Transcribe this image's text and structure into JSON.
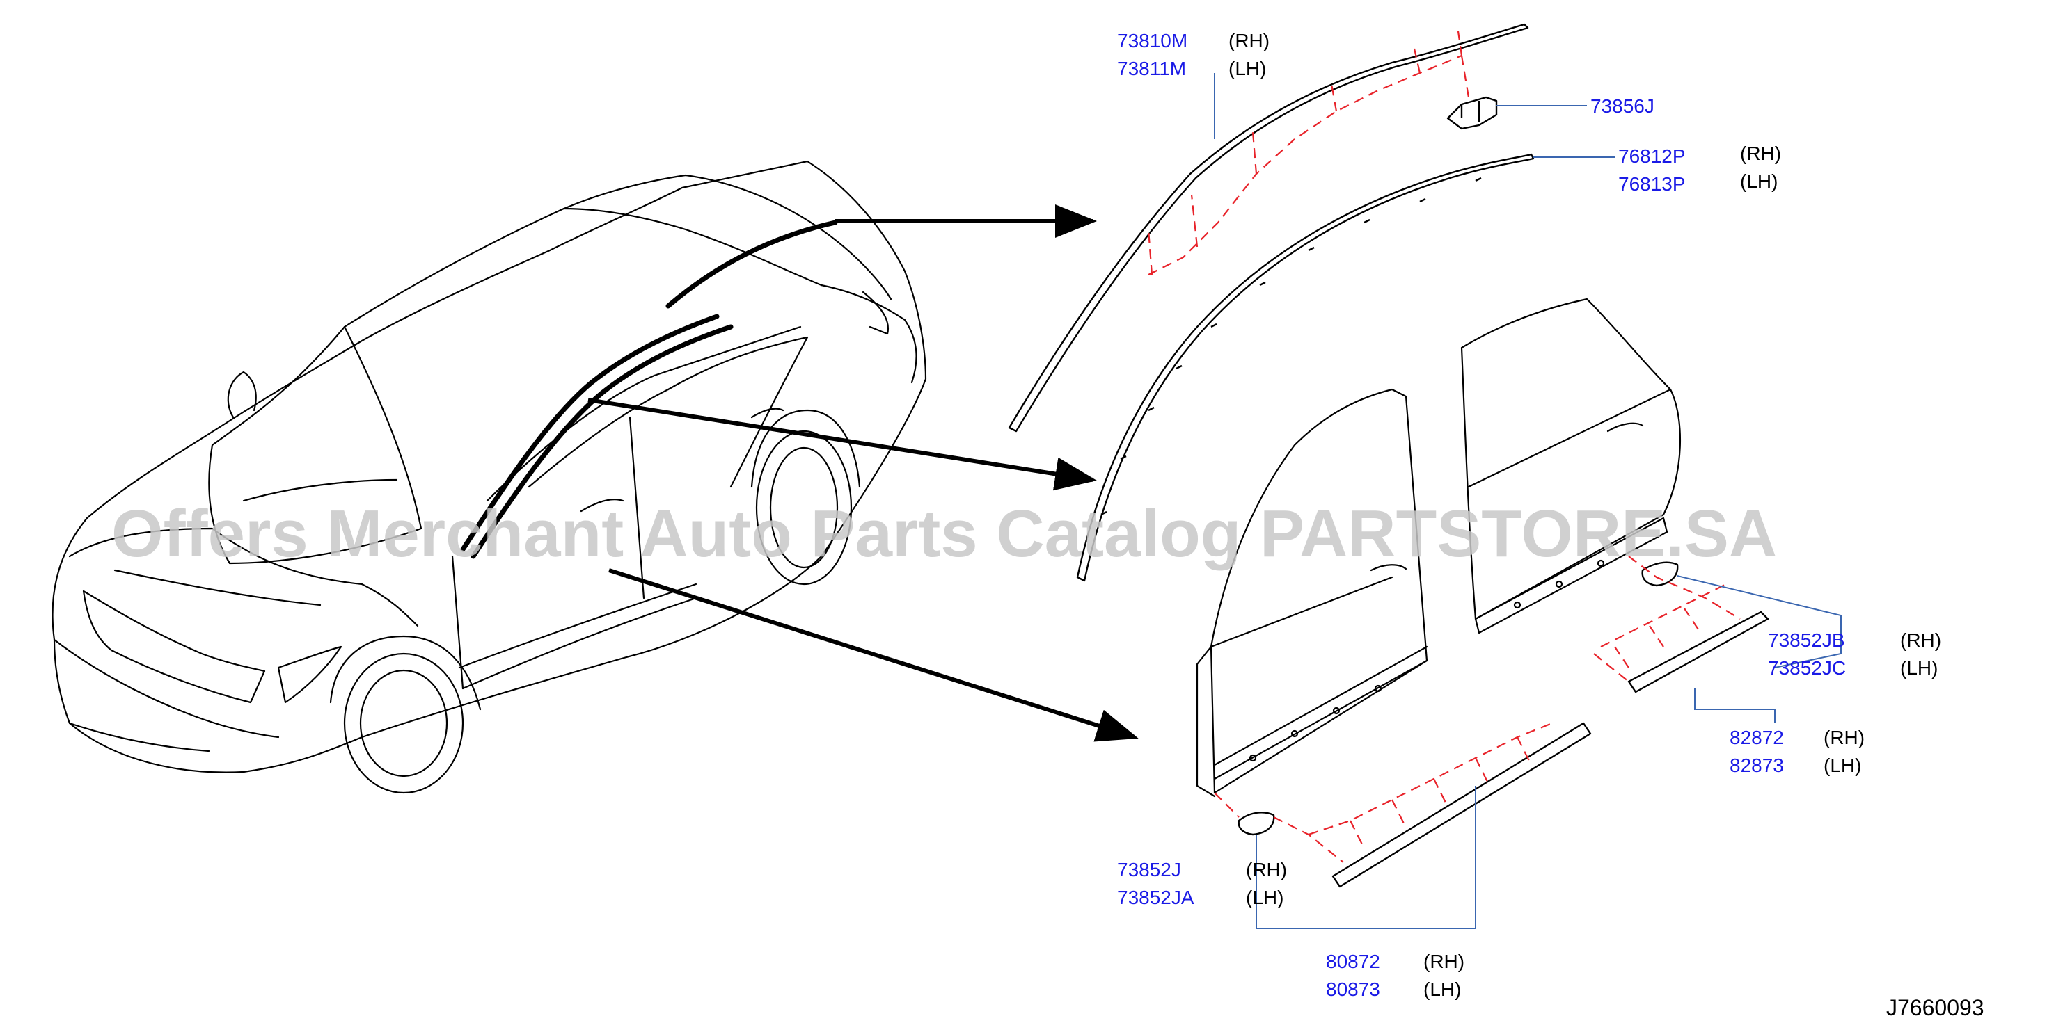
{
  "watermark": "Offers Merchant Auto Parts Catalog PARTSTORE.SA",
  "diagram_code": "J7660093",
  "colors": {
    "part_number": "#1a1ae6",
    "leader": "#3a66b0",
    "phantom_line": "#e8232a",
    "watermark": "#c8c8c8"
  },
  "callouts": {
    "roof_molding": {
      "rh": "73810M",
      "lh": "73811M",
      "rh_tag": "(RH)",
      "lh_tag": "(LH)"
    },
    "roof_clip": {
      "part": "73856J"
    },
    "drip_molding": {
      "rh": "76812P",
      "lh": "76813P",
      "rh_tag": "(RH)",
      "lh_tag": "(LH)"
    },
    "rear_clip": {
      "rh": "73852JB",
      "lh": "73852JC",
      "rh_tag": "(RH)",
      "lh_tag": "(LH)"
    },
    "rear_door_molding": {
      "rh": "82872",
      "lh": "82873",
      "rh_tag": "(RH)",
      "lh_tag": "(LH)"
    },
    "front_clip": {
      "rh": "73852J",
      "lh": "73852JA",
      "rh_tag": "(RH)",
      "lh_tag": "(LH)"
    },
    "front_door_molding": {
      "rh": "80872",
      "lh": "80873",
      "rh_tag": "(RH)",
      "lh_tag": "(LH)"
    }
  }
}
